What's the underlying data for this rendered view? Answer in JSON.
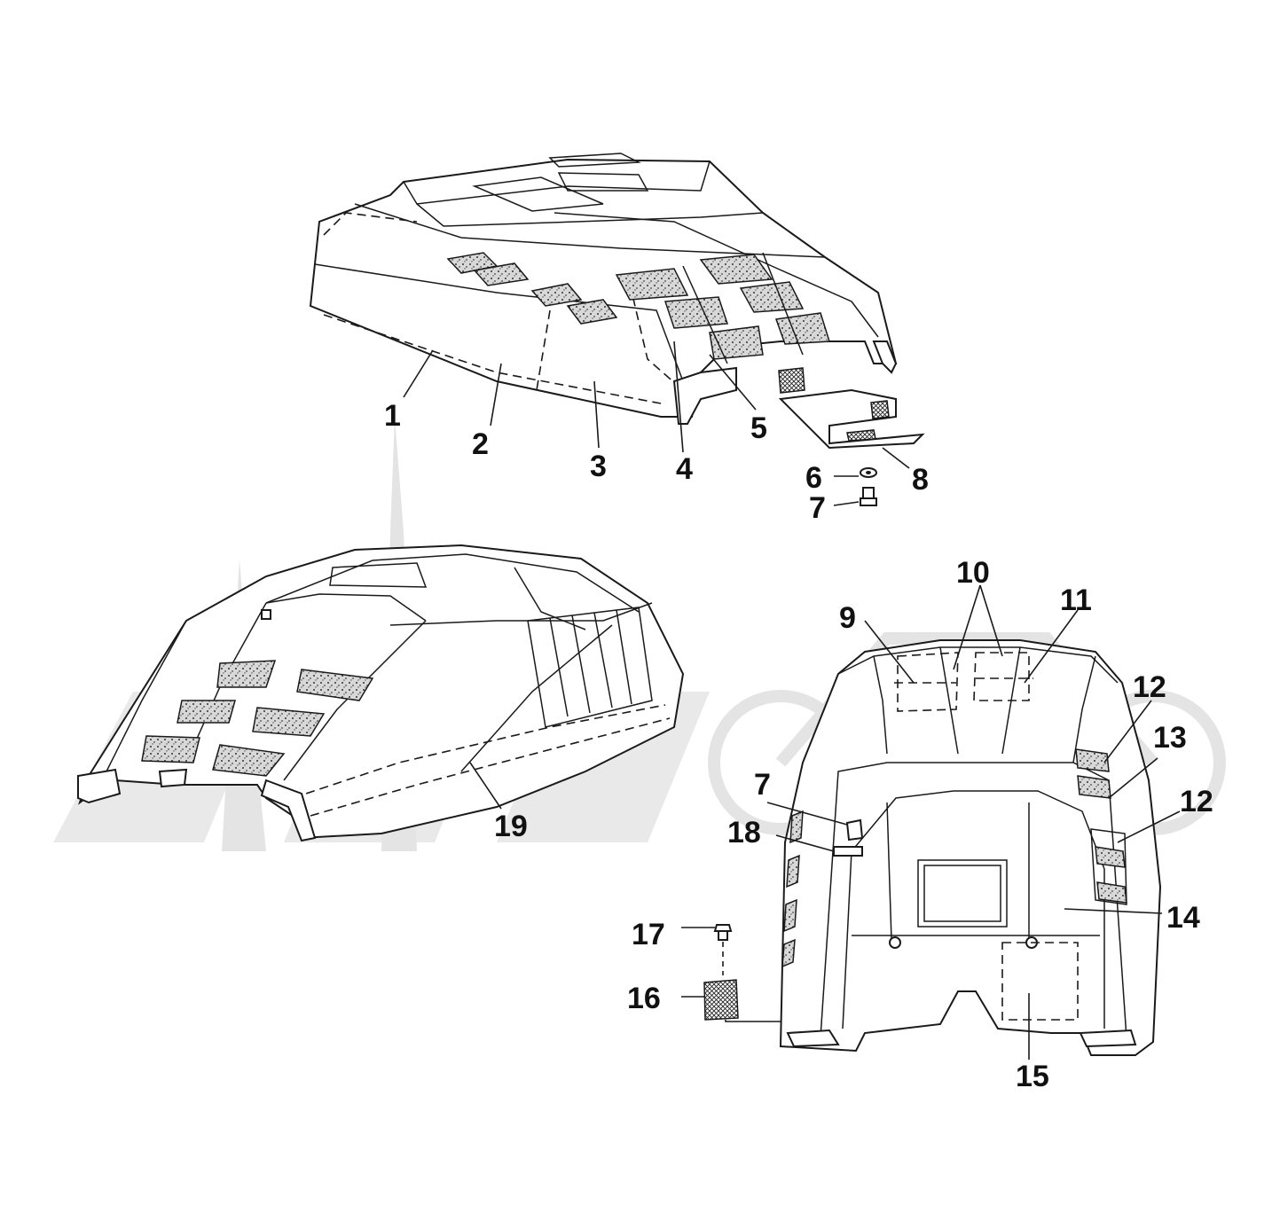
{
  "diagram": {
    "callouts": [
      {
        "id": "c1",
        "label": "1"
      },
      {
        "id": "c2",
        "label": "2"
      },
      {
        "id": "c3",
        "label": "3"
      },
      {
        "id": "c4",
        "label": "4"
      },
      {
        "id": "c5",
        "label": "5"
      },
      {
        "id": "c6",
        "label": "6"
      },
      {
        "id": "c7a",
        "label": "7"
      },
      {
        "id": "c8",
        "label": "8"
      },
      {
        "id": "c9",
        "label": "9"
      },
      {
        "id": "c10",
        "label": "10"
      },
      {
        "id": "c11",
        "label": "11"
      },
      {
        "id": "c12a",
        "label": "12"
      },
      {
        "id": "c13",
        "label": "13"
      },
      {
        "id": "c12b",
        "label": "12"
      },
      {
        "id": "c7b",
        "label": "7"
      },
      {
        "id": "c18",
        "label": "18"
      },
      {
        "id": "c14",
        "label": "14"
      },
      {
        "id": "c17",
        "label": "17"
      },
      {
        "id": "c16",
        "label": "16"
      },
      {
        "id": "c15",
        "label": "15"
      },
      {
        "id": "c19",
        "label": "19"
      }
    ],
    "colors": {
      "line": "#1a1a1a",
      "watermark": "#e4e4e4",
      "background": "#ffffff"
    }
  }
}
